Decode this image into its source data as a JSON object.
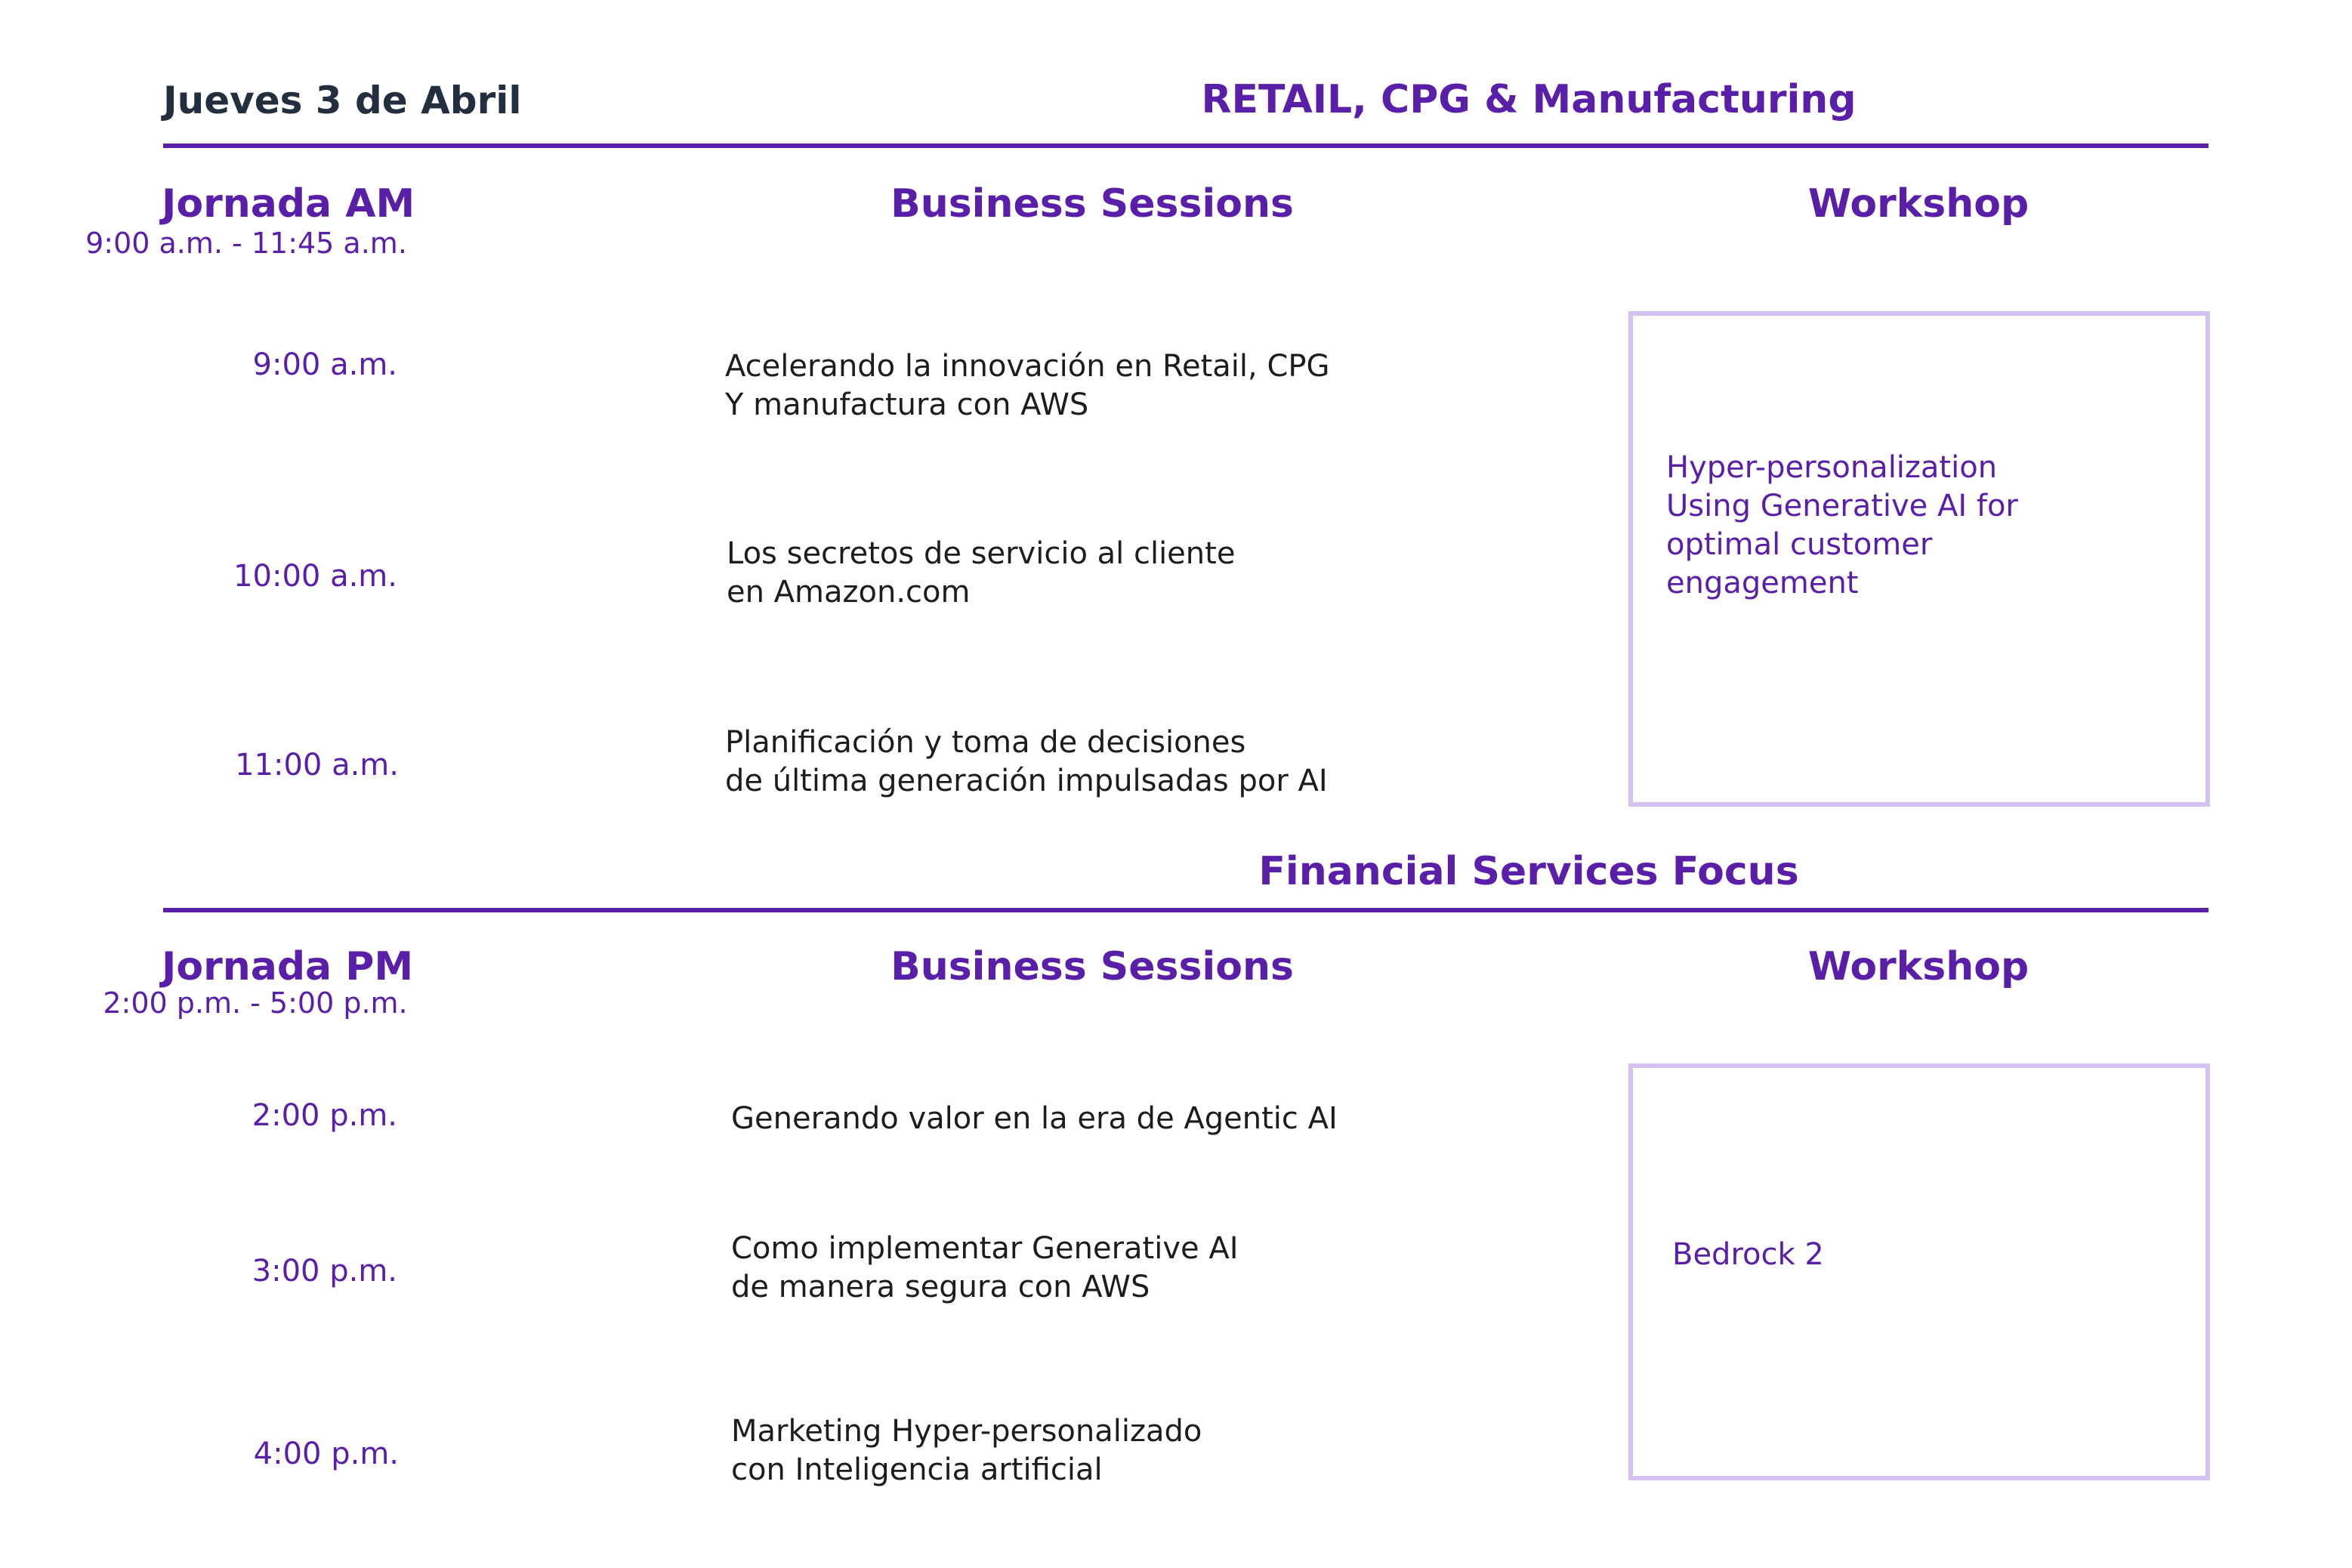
{
  "header": {
    "date": "Jueves 3 de Abril"
  },
  "am": {
    "track_title": "RETAIL, CPG & Manufacturing",
    "jornada": "Jornada AM",
    "range": "9:00 a.m. - 11:45 a.m.",
    "business_heading": "Business Sessions",
    "workshop_heading": "Workshop",
    "sessions": [
      {
        "time": "9:00 a.m.",
        "title": "Acelerando la innovación en Retail, CPG\nY manufactura con AWS"
      },
      {
        "time": "10:00 a.m.",
        "title": "Los secretos de servicio al cliente\nen Amazon.com"
      },
      {
        "time": "11:00 a.m.",
        "title": "Planificación y toma de decisiones\nde última generación impulsadas por AI"
      }
    ],
    "workshop": "Hyper-personalization\nUsing Generative AI for\noptimal customer\nengagement"
  },
  "pm": {
    "track_title": "Financial Services Focus",
    "jornada": "Jornada PM",
    "range": "2:00 p.m. - 5:00 p.m.",
    "business_heading": "Business Sessions",
    "workshop_heading": "Workshop",
    "sessions": [
      {
        "time": "2:00 p.m.",
        "title": "Generando valor en la era de Agentic AI"
      },
      {
        "time": "3:00 p.m.",
        "title": "Como implementar Generative AI\nde manera segura con AWS"
      },
      {
        "time": "4:00 p.m.",
        "title": "Marketing Hyper-personalizado\ncon Inteligencia artificial"
      }
    ],
    "workshop": "Bedrock 2"
  },
  "colors": {
    "accent": "#5a1fa8",
    "box_border": "#d4c2f0",
    "dark_text": "#232f3e"
  }
}
